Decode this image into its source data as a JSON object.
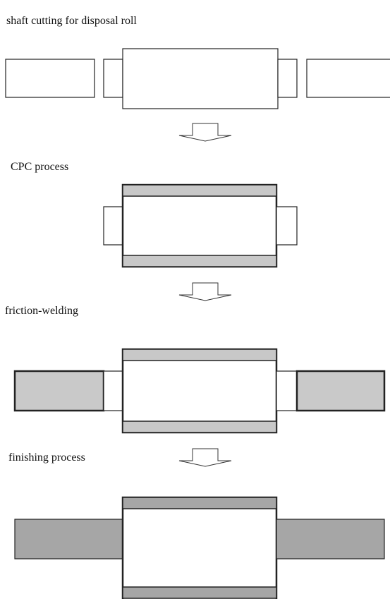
{
  "steps": [
    {
      "label": "shaft cutting for disposal roll"
    },
    {
      "label": "CPC process"
    },
    {
      "label": "friction-welding"
    },
    {
      "label": "finishing process"
    }
  ],
  "colors": {
    "outline": "#222222",
    "cladding_light": "#c8c8c8",
    "cladding_dark": "#a6a6a6",
    "shaft_welded": "#c9c9c9",
    "shaft_finished": "#a6a6a6",
    "background": "#ffffff"
  },
  "icons": {
    "flow_arrow": "down-arrow-icon"
  }
}
